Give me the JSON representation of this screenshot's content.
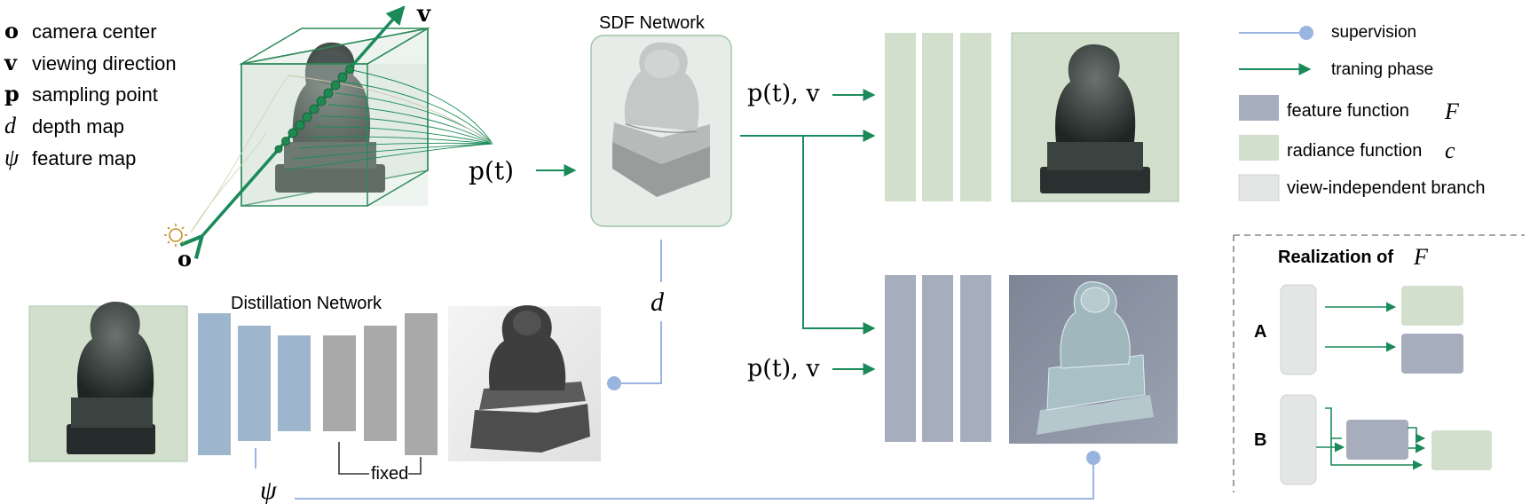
{
  "legend_left": {
    "items": [
      {
        "symbol": "o",
        "label": "camera center"
      },
      {
        "symbol": "v",
        "label": "viewing direction"
      },
      {
        "symbol": "p",
        "label": "sampling point"
      },
      {
        "symbol": "d",
        "label": "depth map"
      },
      {
        "symbol": "ψ",
        "label": "feature map"
      }
    ]
  },
  "scene": {
    "camera_label": "o",
    "view_dir_label": "v"
  },
  "sampling_label": "p(t)",
  "sdf": {
    "title": "SDF  Network"
  },
  "depth_label": "d",
  "distill": {
    "title": "Distillation Network",
    "fixed_label": "fixed",
    "psi_label": "ψ"
  },
  "branches": {
    "top_input": "p(t), v",
    "bottom_input": "p(t), v"
  },
  "legend_right": {
    "supervision": "supervision",
    "training": "traning phase",
    "feature": "feature function",
    "feature_symbol": "F",
    "radiance": "radiance function",
    "radiance_symbol": "c",
    "view_independent": "view-independent branch"
  },
  "realization": {
    "title": "Realization of",
    "title_symbol": "F",
    "label_a": "A",
    "label_b": "B"
  },
  "colors": {
    "green": "#1a8a5a",
    "blue_line": "#9ab4e0",
    "radiance_fill": "#d2dfcc",
    "feature_fill": "#a6adbd",
    "view_ind_fill": "#e4e6e6",
    "distill_blue": "#9db6cd",
    "distill_gray": "#a9a9a9",
    "sdf_bg": "#e9ece9"
  }
}
